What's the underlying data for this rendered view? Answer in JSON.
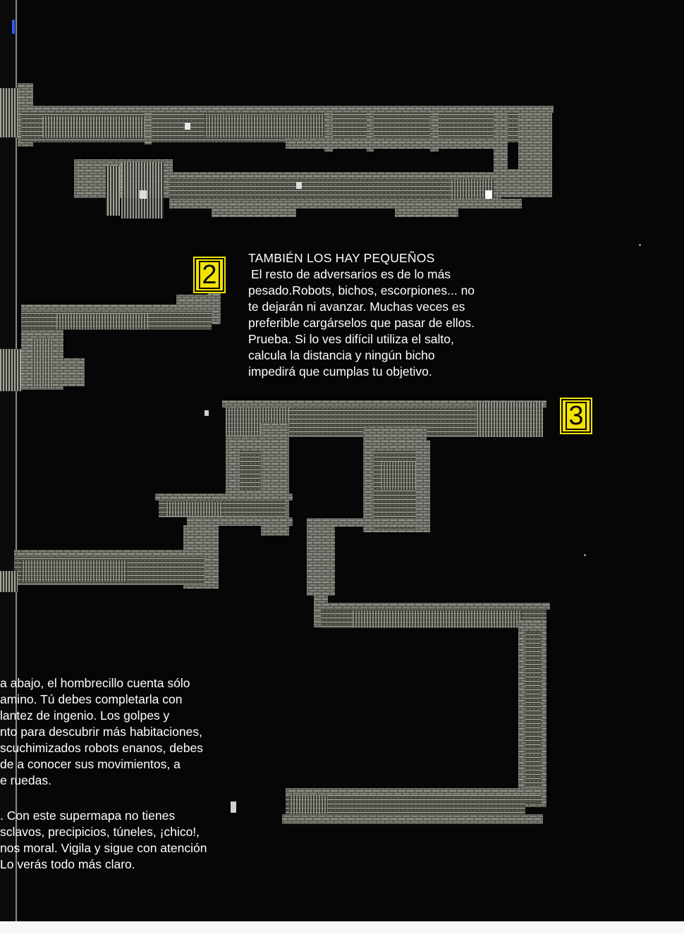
{
  "map_legend": {
    "badge_2": "2",
    "badge_3": "3"
  },
  "sidebar": {
    "heading": "TAMBIÉN LOS HAY PEQUEÑOS",
    "lines": [
      "El resto de adversarios es de lo más",
      "pesado.Robots, bichos, escorpiones... no",
      "te dejarán ni avanzar. Muchas veces es",
      "preferible cargárselos que pasar de ellos.",
      "Prueba. Si lo ves difícil utiliza el salto,",
      "calcula la distancia y ningún bicho",
      "impedirá que cumplas tu objetivo."
    ]
  },
  "lower_text": {
    "para1": [
      "a abajo, el hombrecillo cuenta sólo",
      "amino. Tú debes completarla con",
      "lantez de ingenio. Los golpes y",
      "nto para descubrir más habitaciones,",
      "scuchimizados robots enanos, debes",
      "de a conocer sus movimientos, a",
      "e ruedas."
    ],
    "para2": [
      ". Con este supermapa no tienes",
      "sclavos, precipicios, túneles, ¡chico!,",
      "nos moral. Vigila y sigue con atención",
      "Lo verás todo más claro."
    ]
  }
}
